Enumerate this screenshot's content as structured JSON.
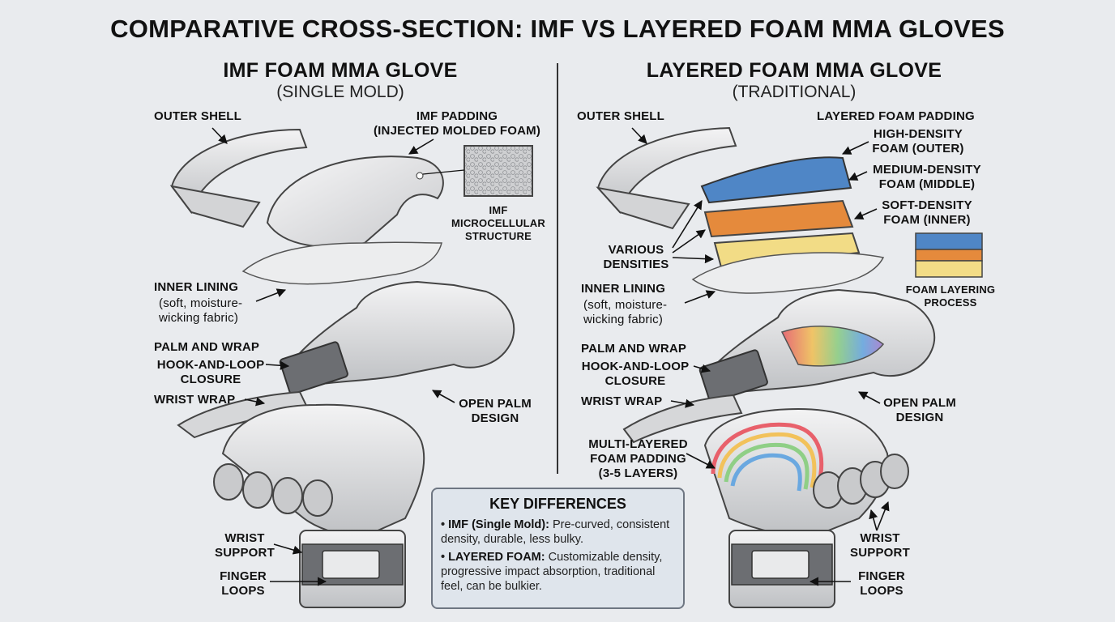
{
  "title": "COMPARATIVE CROSS-SECTION: IMF VS LAYERED FOAM MMA GLOVES",
  "left": {
    "title": "IMF FOAM MMA GLOVE",
    "subtitle": "(SINGLE MOLD)",
    "outer_shell": "OUTER SHELL",
    "padding_line1": "IMF PADDING",
    "padding_line2": "(INJECTED MOLDED FOAM)",
    "micro_line1": "IMF",
    "micro_line2": "MICROCELLULAR",
    "micro_line3": "STRUCTURE",
    "inner_lining": "INNER LINING",
    "lining_note1": "(soft, moisture-",
    "lining_note2": "wicking fabric)",
    "palm_wrap": "PALM AND WRAP",
    "hook_line1": "HOOK-AND-LOOP",
    "hook_line2": "CLOSURE",
    "wrist_wrap": "WRIST WRAP",
    "open_palm1": "OPEN PALM",
    "open_palm2": "DESIGN",
    "wrist_support1": "WRIST",
    "wrist_support2": "SUPPORT",
    "finger_loops1": "FINGER",
    "finger_loops2": "LOOPS"
  },
  "right": {
    "title": "LAYERED FOAM MMA GLOVE",
    "subtitle": "(TRADITIONAL)",
    "outer_shell": "OUTER SHELL",
    "padding": "LAYERED FOAM PADDING",
    "high1": "HIGH-DENSITY",
    "high2": "FOAM (OUTER)",
    "medium1": "MEDIUM-DENSITY",
    "medium2": "FOAM (MIDDLE)",
    "soft1": "SOFT-DENSITY",
    "soft2": "FOAM (INNER)",
    "various1": "VARIOUS",
    "various2": "DENSITIES",
    "process1": "FOAM LAYERING",
    "process2": "PROCESS",
    "inner_lining": "INNER LINING",
    "lining_note1": "(soft, moisture-",
    "lining_note2": "wicking fabric)",
    "palm_wrap": "PALM AND WRAP",
    "hook_line1": "HOOK-AND-LOOP",
    "hook_line2": "CLOSURE",
    "wrist_wrap": "WRIST WRAP",
    "open_palm1": "OPEN PALM",
    "open_palm2": "DESIGN",
    "multi1": "MULTI-LAYERED",
    "multi2": "FOAM PADDING",
    "multi3": "(3-5 LAYERS)",
    "wrist_support1": "WRIST",
    "wrist_support2": "SUPPORT",
    "finger_loops1": "FINGER",
    "finger_loops2": "LOOPS"
  },
  "key": {
    "title": "KEY DIFFERENCES",
    "imf_label": "IMF (Single Mold):",
    "imf_text": "Pre-curved, consistent density, durable, less bulky.",
    "layered_label": "LAYERED FOAM:",
    "layered_text": "Customizable density, progressive impact absorption, traditional feel, can be bulkier."
  },
  "colors": {
    "background": "#e9ebee",
    "glove": "#d9dadc",
    "high_density": "#4f86c6",
    "medium_density": "#e58a3c",
    "soft_density": "#f2dc86"
  }
}
